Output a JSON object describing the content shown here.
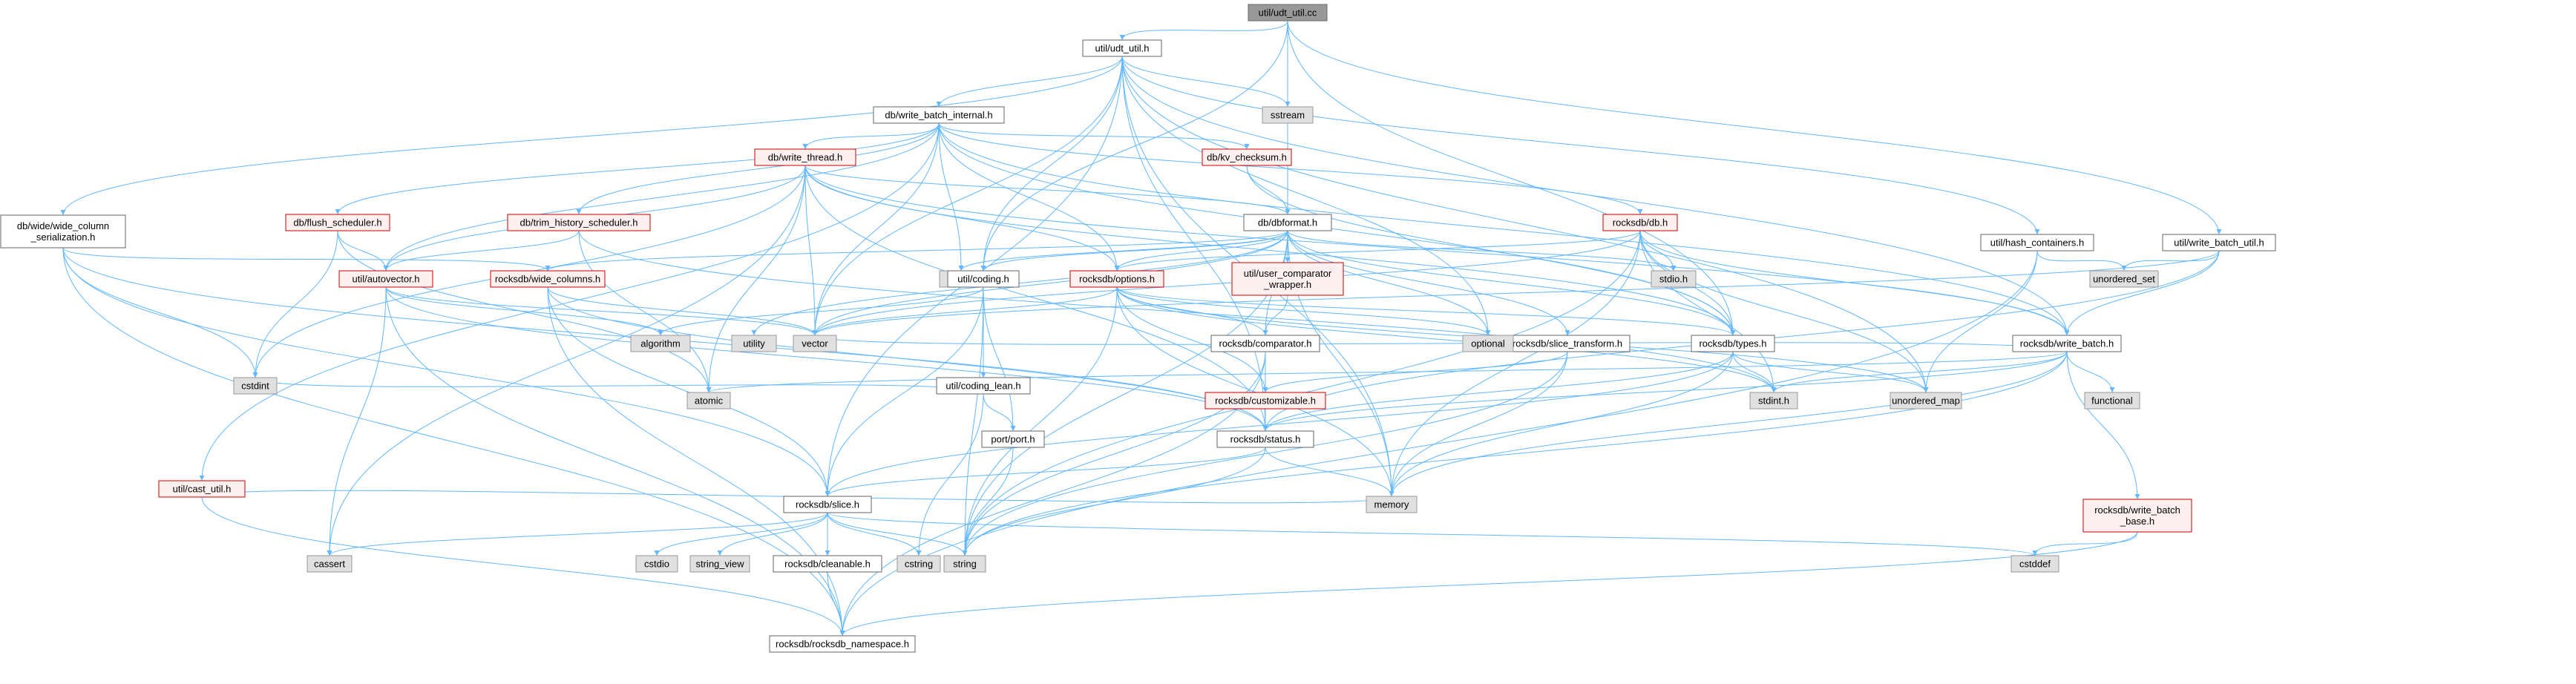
{
  "nodes": {
    "root": "util/udt_util.cc",
    "udt_util_h": "util/udt_util.h",
    "write_batch_internal": "db/write_batch_internal.h",
    "sstream": "sstream",
    "write_thread": "db/write_thread.h",
    "kv_checksum": "db/kv_checksum.h",
    "wide_column_serialization": "db/wide/wide_column\n_serialization.h",
    "flush_scheduler": "db/flush_scheduler.h",
    "trim_history_scheduler": "db/trim_history_scheduler.h",
    "dbformat": "db/dbformat.h",
    "db_h": "rocksdb/db.h",
    "hash_containers": "util/hash_containers.h",
    "write_batch_util": "util/write_batch_util.h",
    "autovector": "util/autovector.h",
    "wide_columns": "rocksdb/wide_columns.h",
    "array": "array",
    "coding": "util/coding.h",
    "options": "rocksdb/options.h",
    "user_comparator_wrapper": "util/user_comparator\n_wrapper.h",
    "stdio_h": "stdio.h",
    "slice_transform": "rocksdb/slice_transform.h",
    "types": "rocksdb/types.h",
    "unordered_set": "unordered_set",
    "write_batch": "rocksdb/write_batch.h",
    "algorithm": "algorithm",
    "utility": "utility",
    "vector": "vector",
    "optional": "optional",
    "comparator": "rocksdb/comparator.h",
    "coding_lean": "util/coding_lean.h",
    "cstdint": "cstdint",
    "atomic": "atomic",
    "customizable": "rocksdb/customizable.h",
    "stdint_h": "stdint.h",
    "unordered_map": "unordered_map",
    "functional": "functional",
    "port": "port/port.h",
    "status": "rocksdb/status.h",
    "cast_util": "util/cast_util.h",
    "memory": "memory",
    "write_batch_base": "rocksdb/write_batch\n_base.h",
    "slice": "rocksdb/slice.h",
    "cassert": "cassert",
    "cstdio": "cstdio",
    "string_view": "string_view",
    "cleanable": "rocksdb/cleanable.h",
    "cstring": "cstring",
    "string": "string",
    "cstddef": "cstddef",
    "rocksdb_namespace": "rocksdb/rocksdb_namespace.h"
  },
  "node_styles": {
    "root": "root",
    "write_thread": "red",
    "kv_checksum": "red",
    "flush_scheduler": "red",
    "trim_history_scheduler": "red",
    "db_h": "red",
    "autovector": "red",
    "wide_columns": "red",
    "options": "red",
    "user_comparator_wrapper": "red",
    "customizable": "red",
    "cast_util": "red",
    "write_batch_base": "red",
    "sstream": "sys",
    "array": "sys",
    "stdio_h": "sys",
    "unordered_set": "sys",
    "algorithm": "sys",
    "utility": "sys",
    "vector": "sys",
    "optional": "sys",
    "cstdint": "sys",
    "atomic": "sys",
    "stdint_h": "sys",
    "unordered_map": "sys",
    "functional": "sys",
    "memory": "sys",
    "cassert": "sys",
    "cstdio": "sys",
    "string_view": "sys",
    "cstring": "sys",
    "string": "sys",
    "cstddef": "sys"
  },
  "edges": [
    [
      "root",
      "udt_util_h"
    ],
    [
      "root",
      "dbformat"
    ],
    [
      "root",
      "types"
    ],
    [
      "root",
      "coding"
    ],
    [
      "root",
      "write_batch_util"
    ],
    [
      "udt_util_h",
      "write_batch_internal"
    ],
    [
      "udt_util_h",
      "sstream"
    ],
    [
      "udt_util_h",
      "wide_column_serialization"
    ],
    [
      "udt_util_h",
      "hash_containers"
    ],
    [
      "udt_util_h",
      "write_batch"
    ],
    [
      "udt_util_h",
      "memory"
    ],
    [
      "udt_util_h",
      "unordered_map"
    ],
    [
      "udt_util_h",
      "status"
    ],
    [
      "udt_util_h",
      "optional"
    ],
    [
      "udt_util_h",
      "slice"
    ],
    [
      "udt_util_h",
      "vector"
    ],
    [
      "udt_util_h",
      "coding"
    ],
    [
      "write_batch_internal",
      "write_thread"
    ],
    [
      "write_batch_internal",
      "kv_checksum"
    ],
    [
      "write_batch_internal",
      "flush_scheduler"
    ],
    [
      "write_batch_internal",
      "trim_history_scheduler"
    ],
    [
      "write_batch_internal",
      "db_h"
    ],
    [
      "write_batch_internal",
      "options"
    ],
    [
      "write_batch_internal",
      "types"
    ],
    [
      "write_batch_internal",
      "write_batch"
    ],
    [
      "write_batch_internal",
      "array"
    ],
    [
      "write_batch_internal",
      "vector"
    ],
    [
      "write_batch_internal",
      "autovector"
    ],
    [
      "write_batch_internal",
      "cast_util"
    ],
    [
      "write_thread",
      "dbformat"
    ],
    [
      "write_thread",
      "options"
    ],
    [
      "write_thread",
      "types"
    ],
    [
      "write_thread",
      "write_batch"
    ],
    [
      "write_thread",
      "status"
    ],
    [
      "write_thread",
      "autovector"
    ],
    [
      "write_thread",
      "atomic"
    ],
    [
      "write_thread",
      "vector"
    ],
    [
      "write_thread",
      "cstdint"
    ],
    [
      "write_thread",
      "cassert"
    ],
    [
      "kv_checksum",
      "dbformat"
    ],
    [
      "kv_checksum",
      "types"
    ],
    [
      "wide_column_serialization",
      "wide_columns"
    ],
    [
      "wide_column_serialization",
      "status"
    ],
    [
      "wide_column_serialization",
      "cstdint"
    ],
    [
      "wide_column_serialization",
      "rocksdb_namespace"
    ],
    [
      "wide_column_serialization",
      "slice"
    ],
    [
      "flush_scheduler",
      "autovector"
    ],
    [
      "flush_scheduler",
      "cstdint"
    ],
    [
      "flush_scheduler",
      "atomic"
    ],
    [
      "trim_history_scheduler",
      "autovector"
    ],
    [
      "trim_history_scheduler",
      "atomic"
    ],
    [
      "trim_history_scheduler",
      "stdint_h"
    ],
    [
      "dbformat",
      "coding"
    ],
    [
      "dbformat",
      "options"
    ],
    [
      "dbformat",
      "user_comparator_wrapper"
    ],
    [
      "dbformat",
      "slice_transform"
    ],
    [
      "dbformat",
      "types"
    ],
    [
      "dbformat",
      "comparator"
    ],
    [
      "dbformat",
      "array"
    ],
    [
      "dbformat",
      "stdio_h"
    ],
    [
      "dbformat",
      "string"
    ],
    [
      "dbformat",
      "memory"
    ],
    [
      "dbformat",
      "optional"
    ],
    [
      "dbformat",
      "utility"
    ],
    [
      "dbformat",
      "wide_columns"
    ],
    [
      "dbformat",
      "vector"
    ],
    [
      "db_h",
      "options"
    ],
    [
      "db_h",
      "types"
    ],
    [
      "db_h",
      "stdio_h"
    ],
    [
      "db_h",
      "write_batch"
    ],
    [
      "db_h",
      "unordered_map"
    ],
    [
      "db_h",
      "memory"
    ],
    [
      "db_h",
      "string"
    ],
    [
      "db_h",
      "vector"
    ],
    [
      "db_h",
      "stdint_h"
    ],
    [
      "hash_containers",
      "unordered_map"
    ],
    [
      "hash_containers",
      "unordered_set"
    ],
    [
      "hash_containers",
      "rocksdb_namespace"
    ],
    [
      "write_batch_util",
      "write_batch"
    ],
    [
      "write_batch_util",
      "unordered_set"
    ],
    [
      "write_batch_util",
      "status"
    ],
    [
      "write_batch_util",
      "vector"
    ],
    [
      "autovector",
      "algorithm"
    ],
    [
      "autovector",
      "cassert"
    ],
    [
      "autovector",
      "vector"
    ],
    [
      "autovector",
      "rocksdb_namespace"
    ],
    [
      "autovector",
      "status"
    ],
    [
      "wide_columns",
      "slice"
    ],
    [
      "wide_columns",
      "status"
    ],
    [
      "wide_columns",
      "vector"
    ],
    [
      "wide_columns",
      "rocksdb_namespace"
    ],
    [
      "coding",
      "coding_lean"
    ],
    [
      "coding",
      "slice"
    ],
    [
      "coding",
      "port"
    ],
    [
      "coding",
      "string"
    ],
    [
      "coding",
      "algorithm"
    ],
    [
      "options",
      "comparator"
    ],
    [
      "options",
      "customizable"
    ],
    [
      "options",
      "types"
    ],
    [
      "options",
      "memory"
    ],
    [
      "options",
      "string"
    ],
    [
      "options",
      "vector"
    ],
    [
      "options",
      "optional"
    ],
    [
      "options",
      "unordered_map"
    ],
    [
      "options",
      "stdint_h"
    ],
    [
      "user_comparator_wrapper",
      "comparator"
    ],
    [
      "slice_transform",
      "customizable"
    ],
    [
      "slice_transform",
      "memory"
    ],
    [
      "slice_transform",
      "string"
    ],
    [
      "types",
      "stdint_h"
    ],
    [
      "types",
      "memory"
    ],
    [
      "types",
      "unordered_map"
    ],
    [
      "types",
      "slice"
    ],
    [
      "types",
      "status"
    ],
    [
      "write_batch",
      "functional"
    ],
    [
      "write_batch",
      "write_batch_base"
    ],
    [
      "write_batch",
      "atomic"
    ],
    [
      "write_batch",
      "memory"
    ],
    [
      "write_batch",
      "string"
    ],
    [
      "write_batch",
      "vector"
    ],
    [
      "write_batch",
      "status"
    ],
    [
      "write_batch",
      "stdint_h"
    ],
    [
      "comparator",
      "customizable"
    ],
    [
      "comparator",
      "rocksdb_namespace"
    ],
    [
      "comparator",
      "string"
    ],
    [
      "coding_lean",
      "port"
    ],
    [
      "coding_lean",
      "cstdint"
    ],
    [
      "coding_lean",
      "cstring"
    ],
    [
      "customizable",
      "status"
    ],
    [
      "port",
      "string"
    ],
    [
      "status",
      "memory"
    ],
    [
      "status",
      "slice"
    ],
    [
      "status",
      "string"
    ],
    [
      "cast_util",
      "memory"
    ],
    [
      "cast_util",
      "rocksdb_namespace"
    ],
    [
      "write_batch_base",
      "cstddef"
    ],
    [
      "write_batch_base",
      "rocksdb_namespace"
    ],
    [
      "slice",
      "cassert"
    ],
    [
      "slice",
      "cstdio"
    ],
    [
      "slice",
      "string_view"
    ],
    [
      "slice",
      "cleanable"
    ],
    [
      "slice",
      "cstring"
    ],
    [
      "slice",
      "string"
    ],
    [
      "slice",
      "cstddef"
    ],
    [
      "cleanable",
      "rocksdb_namespace"
    ]
  ]
}
